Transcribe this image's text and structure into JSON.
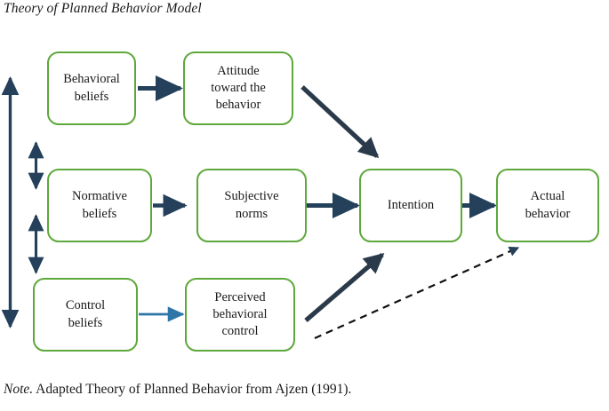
{
  "figure": {
    "title": "Theory of Planned Behavior Model",
    "note_label": "Note.",
    "note_text": " Adapted Theory of Planned Behavior from Ajzen (1991)."
  },
  "colors": {
    "node_border": "#5DA83A",
    "node_fill": "#FFFFFF",
    "arrow_navy": "#24405B",
    "arrow_steel_blue": "#2E75A8",
    "arrow_dashed": "#111111",
    "text": "#1A1A1A"
  },
  "nodes": [
    {
      "id": "behavioral-beliefs",
      "label": "Behavioral\nbeliefs",
      "line1": "Behavioral",
      "line2": "beliefs",
      "line3": ""
    },
    {
      "id": "attitude-toward-behavior",
      "label": "Attitude toward the behavior",
      "line1": "Attitude",
      "line2": "toward the",
      "line3": "behavior"
    },
    {
      "id": "normative-beliefs",
      "label": "Normative beliefs",
      "line1": "Normative",
      "line2": "beliefs",
      "line3": ""
    },
    {
      "id": "subjective-norms",
      "label": "Subjective norms",
      "line1": "Subjective",
      "line2": "norms",
      "line3": ""
    },
    {
      "id": "intention",
      "label": "Intention",
      "line1": "Intention",
      "line2": "",
      "line3": ""
    },
    {
      "id": "actual-behavior",
      "label": "Actual behavior",
      "line1": "Actual",
      "line2": "behavior",
      "line3": ""
    },
    {
      "id": "control-beliefs",
      "label": "Control beliefs",
      "line1": "Control",
      "line2": "beliefs",
      "line3": ""
    },
    {
      "id": "perceived-behavioral-control",
      "label": "Perceived behavioral control",
      "line1": "Perceived",
      "line2": "behavioral",
      "line3": "control"
    }
  ],
  "edges": [
    {
      "id": "behavioral-beliefs-to-attitude",
      "from": "Behavioral beliefs",
      "to": "Attitude toward the behavior",
      "style": "solid-navy",
      "heads": "single"
    },
    {
      "id": "attitude-to-intention",
      "from": "Attitude toward the behavior",
      "to": "Intention",
      "style": "solid-navy-thick-diagonal",
      "heads": "single"
    },
    {
      "id": "normative-beliefs-to-subjective-norms",
      "from": "Normative beliefs",
      "to": "Subjective norms",
      "style": "solid-navy",
      "heads": "single"
    },
    {
      "id": "subjective-norms-to-intention",
      "from": "Subjective norms",
      "to": "Intention",
      "style": "solid-navy",
      "heads": "single"
    },
    {
      "id": "intention-to-actual-behavior",
      "from": "Intention",
      "to": "Actual behavior",
      "style": "solid-navy",
      "heads": "single"
    },
    {
      "id": "control-beliefs-to-perceived-control",
      "from": "Control beliefs",
      "to": "Perceived behavioral control",
      "style": "solid-steel-blue",
      "heads": "single"
    },
    {
      "id": "perceived-control-to-intention",
      "from": "Perceived behavioral control",
      "to": "Intention",
      "style": "solid-navy-thick-diagonal",
      "heads": "single"
    },
    {
      "id": "perceived-control-to-actual-behavior",
      "from": "Perceived behavioral control",
      "to": "Actual behavior",
      "style": "dashed-black",
      "heads": "single"
    },
    {
      "id": "beliefs-spanning-double-arrow",
      "from": "Behavioral beliefs",
      "to": "Control beliefs",
      "style": "solid-navy-vertical",
      "heads": "double"
    },
    {
      "id": "behavioral-normative-double-arrow",
      "from": "Behavioral beliefs",
      "to": "Normative beliefs",
      "style": "solid-navy-vertical",
      "heads": "double"
    },
    {
      "id": "normative-control-double-arrow",
      "from": "Normative beliefs",
      "to": "Control beliefs",
      "style": "solid-navy-vertical",
      "heads": "double"
    }
  ]
}
